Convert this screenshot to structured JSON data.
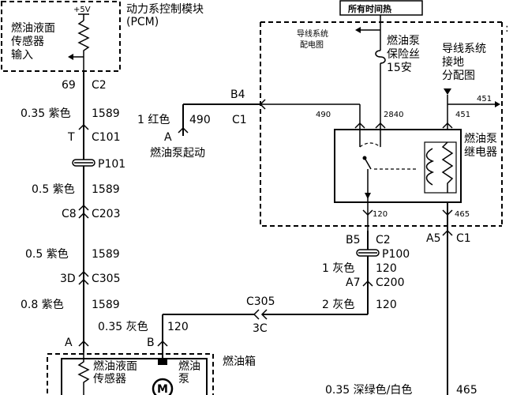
{
  "pcm_module": {
    "title": "动力系控制模块",
    "subtitle": "(PCM)",
    "voltage": "+5V",
    "sensor_input_line1": "燃油液面",
    "sensor_input_line2": "传感器",
    "sensor_input_line3": "输入"
  },
  "header_badge": "所有时间热",
  "power_dist": {
    "line1": "导线系统",
    "line2": "配电图"
  },
  "fuse": {
    "line1": "燃油泵",
    "line2": "保险丝",
    "line3": "15安"
  },
  "ground_dist": {
    "line1": "导线系统",
    "line2": "接地",
    "line3": "分配图"
  },
  "relay": {
    "line1": "燃油泵",
    "line2": "继电器"
  },
  "left_wire": {
    "pin_69": "69",
    "conn_c2": "C2",
    "seg1_gauge": "0.35 紫色",
    "seg1_circuit": "1589",
    "conn_t": "T",
    "conn_c101": "C101",
    "conn_p101": "P101",
    "seg2_gauge": "0.5 紫色",
    "seg2_circuit": "1589",
    "conn_c8": "C8",
    "conn_c203": "C203",
    "seg3_gauge": "0.5 紫色",
    "seg3_circuit": "1589",
    "conn_3d": "3D",
    "conn_c305": "C305",
    "seg4_gauge": "0.8 紫色",
    "seg4_circuit": "1589",
    "pin_a": "A"
  },
  "start_wire": {
    "pin_b4": "B4",
    "conn_c1": "C1",
    "gauge": "1 红色",
    "circuit": "490",
    "pin_a": "A",
    "label": "燃油泵起动"
  },
  "relay_wires": {
    "w490": "490",
    "w2840": "2840",
    "w451a": "451",
    "w451b": "451",
    "w120": "120",
    "w465": "465"
  },
  "mid_wire": {
    "pin_b5": "B5",
    "conn_c2": "C2",
    "conn_p100": "P100",
    "gauge1": "1 灰色",
    "circuit1": "120",
    "pin_a7": "A7",
    "conn_c200": "C200",
    "gauge2": "2 灰色",
    "circuit2": "120",
    "conn_c305": "C305",
    "conn_3c": "3C",
    "gauge3": "0.35 灰色",
    "circuit3": "120",
    "pin_b": "B"
  },
  "right_wire": {
    "pin_a5": "A5",
    "conn_c1": "C1",
    "gauge": "0.35 深绿色/白色",
    "circuit": "465"
  },
  "tank": {
    "title": "燃油箱",
    "sensor_line1": "燃油液面",
    "sensor_line2": "传感器",
    "pump_line1": "燃油",
    "pump_line2": "泵",
    "motor": "M"
  }
}
